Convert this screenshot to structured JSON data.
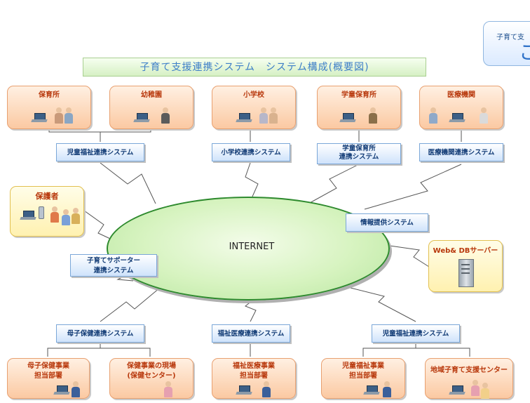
{
  "diagram": {
    "title": "子育て支援連携システム　システム構成(概要図)",
    "corner_small": "子育て支",
    "corner_big": "こ",
    "top_orgs": [
      "保育所",
      "幼稚園",
      "小学校",
      "学童保育所",
      "医療機関"
    ],
    "top_systems": [
      "児童福祉連携システム",
      "小学校連携システム",
      "学童保育所\n連携システム",
      "医療機関連携システム"
    ],
    "guardian": "保護者",
    "info_system": "情報提供システム",
    "supporter_system": "子育てサポーター\n連携システム",
    "server": "Web& DBサーバー",
    "internet": "INTERNET",
    "bottom_systems": [
      "母子保健連携システム",
      "福祉医療連携システム",
      "児童福祉連携システム"
    ],
    "bottom_orgs": [
      "母子保健事業\n担当部署",
      "保健事業の現場\n(保健センター)",
      "福祉医療事業\n担当部署",
      "児童福祉事業\n担当部署",
      "地域子育て支援センター"
    ]
  },
  "colors": {
    "org_border": "#e8a070",
    "system_border": "#7aa7d8",
    "cloud_border": "#2e8a2e",
    "title_text": "#3d7ec8"
  },
  "icons": [
    "laptop-icon",
    "person-icon",
    "phone-icon",
    "server-icon"
  ]
}
